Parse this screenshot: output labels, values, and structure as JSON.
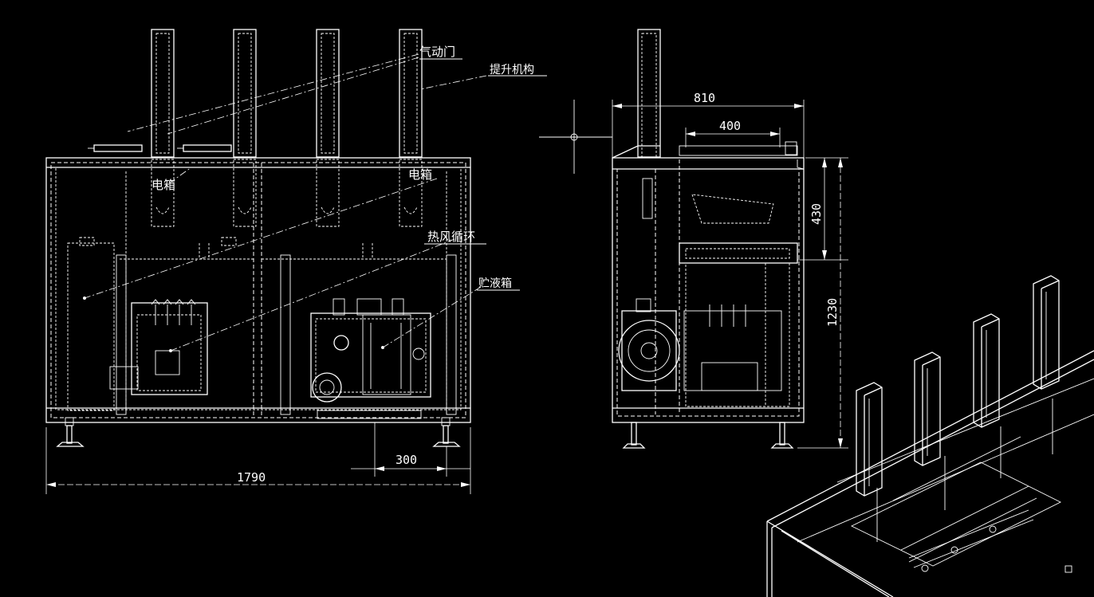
{
  "labels": {
    "pneumatic_door": "气动门",
    "lift_mechanism": "提升机构",
    "electric_box": "电箱",
    "hot_air_circulation": "热风循环",
    "liquid_storage_tank": "贮液箱"
  },
  "dimensions": {
    "total_width": "1790",
    "filter_width": "300",
    "side_depth": "810",
    "side_inner": "400",
    "top_height": "430",
    "body_height": "1230"
  },
  "colors": {
    "background": "#000000",
    "line": "#ffffff"
  }
}
